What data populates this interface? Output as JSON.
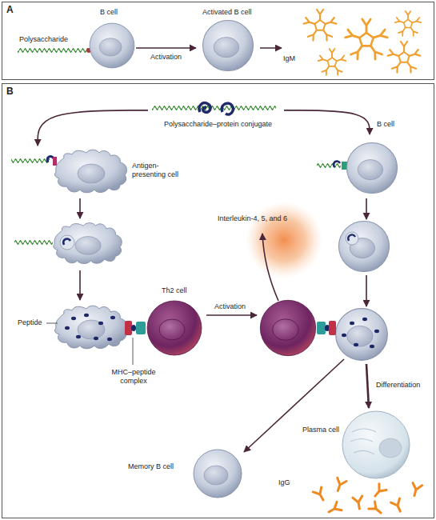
{
  "diagram": {
    "nodes": [
      {
        "text": [
          "A"
        ]
      },
      {
        "text": [
          "B cell"
        ],
        "in": 0
      },
      {
        "text": [
          "Activated B cell"
        ],
        "in": 0
      },
      {
        "text": [
          "IgM"
        ],
        "in": 0
      },
      {
        "text": [
          "B"
        ]
      },
      {
        "text": [
          "Polysaccharide–protein conjugate"
        ],
        "in": 4
      },
      {
        "text": [
          "Antigen-presenting cell"
        ],
        "in": 4
      },
      {
        "text": [
          "Peptide"
        ],
        "in": 4
      },
      {
        "text": [
          "Th2 cell"
        ],
        "in": 4
      },
      {
        "text": [
          "Interleukin-4, 5, and 6"
        ],
        "in": 4
      },
      {
        "text": [
          "B cell"
        ],
        "in": 4
      },
      {
        "text": [
          "Memory B cell"
        ],
        "in": 4
      },
      {
        "text": [
          "Plasma cell"
        ],
        "in": 4
      },
      {
        "text": [
          "IgG"
        ],
        "in": 4
      }
    ],
    "edges": [
      {
        "from": 1,
        "to": 2,
        "arrow": "to",
        "label": "Activation"
      },
      {
        "from": 2,
        "to": 3,
        "arrow": "to"
      },
      {
        "from": 5,
        "to": 6,
        "arrow": "to"
      },
      {
        "from": 5,
        "to": 10,
        "arrow": "to"
      }
    ],
    "labels": [
      "Polysaccharide",
      "MHC–peptide complex",
      "Activation",
      "Differentiation"
    ]
  }
}
